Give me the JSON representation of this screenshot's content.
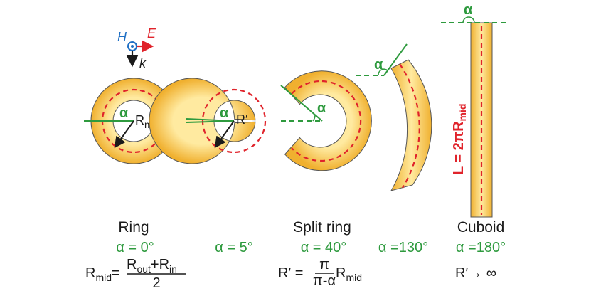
{
  "legend": {
    "h": "H",
    "e": "E",
    "k": "k"
  },
  "shape_labels": {
    "ring": "Ring",
    "split_ring": "Split ring",
    "cuboid": "Cuboid"
  },
  "angles": {
    "a0": "α = 0°",
    "a5": "α = 5°",
    "a40": "α = 40°",
    "a130": "α =130°",
    "a180": "α =180°"
  },
  "inline_labels": {
    "alpha": "α",
    "r_m": "R",
    "r_m_sub": "m",
    "r_prime": "R′",
    "length_L": "L = 2πR",
    "length_sub": "mid"
  },
  "formulas": {
    "ring_lhs": "R",
    "ring_lhs_sub": "mid",
    "ring_eq": "=",
    "ring_num_a": "R",
    "ring_num_a_sub": "out",
    "ring_num_plus": "+R",
    "ring_num_b_sub": "in",
    "ring_den": "2",
    "split_lhs": "R′ =",
    "split_num": "π",
    "split_den": "π-α",
    "split_rhs": "R",
    "split_rhs_sub": "mid",
    "cuboid": "R′",
    "cuboid_arrow": "→ ∞"
  },
  "colors": {
    "ring_fill_center": "#ffe89a",
    "ring_fill_edge": "#f2b534",
    "outline": "#555555",
    "dashed": "#e0232b",
    "green": "#2e9a3e",
    "h_blue": "#1f6fc4",
    "e_red": "#e0232b"
  }
}
